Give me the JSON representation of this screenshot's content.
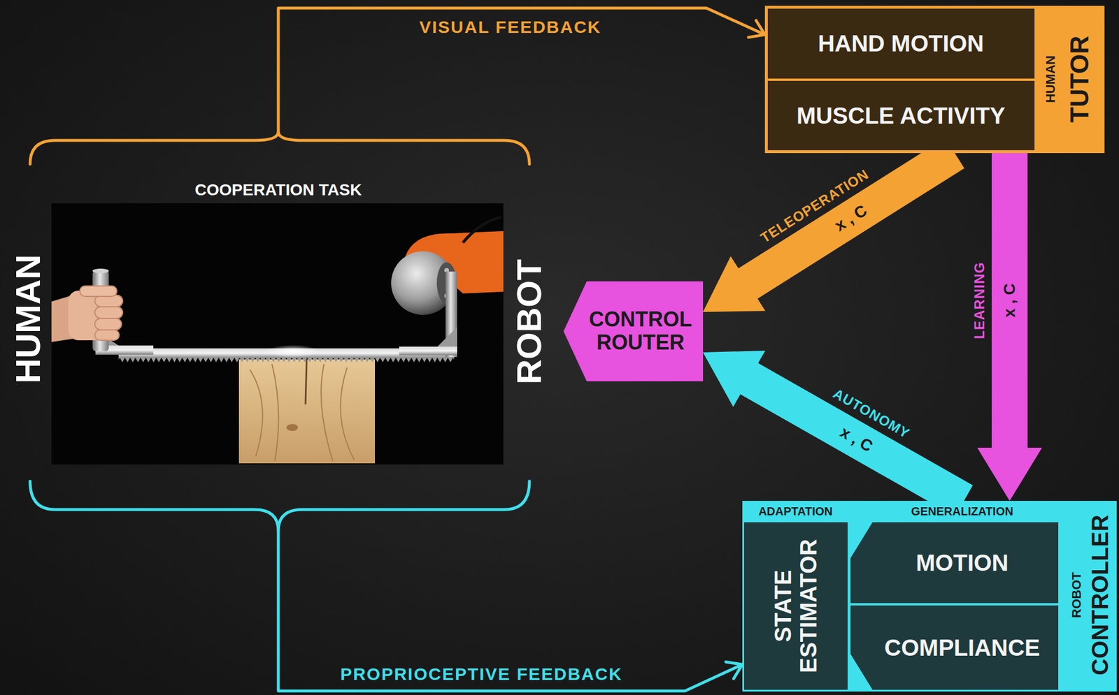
{
  "diagram": {
    "nodes": [
      {
        "text": [
          "HUMAN",
          "TUTOR"
        ]
      },
      {
        "text": [
          "HAND MOTION"
        ],
        "in": 0
      },
      {
        "text": [
          "MUSCLE ACTIVITY"
        ],
        "in": 0
      },
      {
        "text": [
          "COOPERATION TASK",
          "HUMAN",
          "ROBOT"
        ]
      },
      {
        "text": [
          "CONTROL ROUTER"
        ]
      },
      {
        "text": [
          "ADAPTATION",
          "GENERALIZATION",
          "ROBOT",
          "CONTROLLER"
        ]
      },
      {
        "text": [
          "STATE ESTIMATOR"
        ],
        "in": 5
      },
      {
        "text": [
          "MOTION"
        ],
        "in": 5
      },
      {
        "text": [
          "COMPLIANCE"
        ],
        "in": 5
      }
    ],
    "edges": [
      {
        "from": 3,
        "to": 0,
        "arrow": "to",
        "label": "VISUAL FEEDBACK"
      },
      {
        "from": 0,
        "to": 4,
        "arrow": "to",
        "label": "TELEOPERATION"
      },
      {
        "from": 0,
        "to": 5,
        "arrow": "to",
        "label": "LEARNING"
      },
      {
        "from": 5,
        "to": 4,
        "arrow": "to",
        "label": "AUTONOMY"
      },
      {
        "from": 3,
        "to": 5,
        "arrow": "to",
        "label": "PROPRIOCEPTIVE FEEDBACK"
      }
    ],
    "labels": [
      "x , C",
      "x , C",
      "x , C"
    ]
  }
}
